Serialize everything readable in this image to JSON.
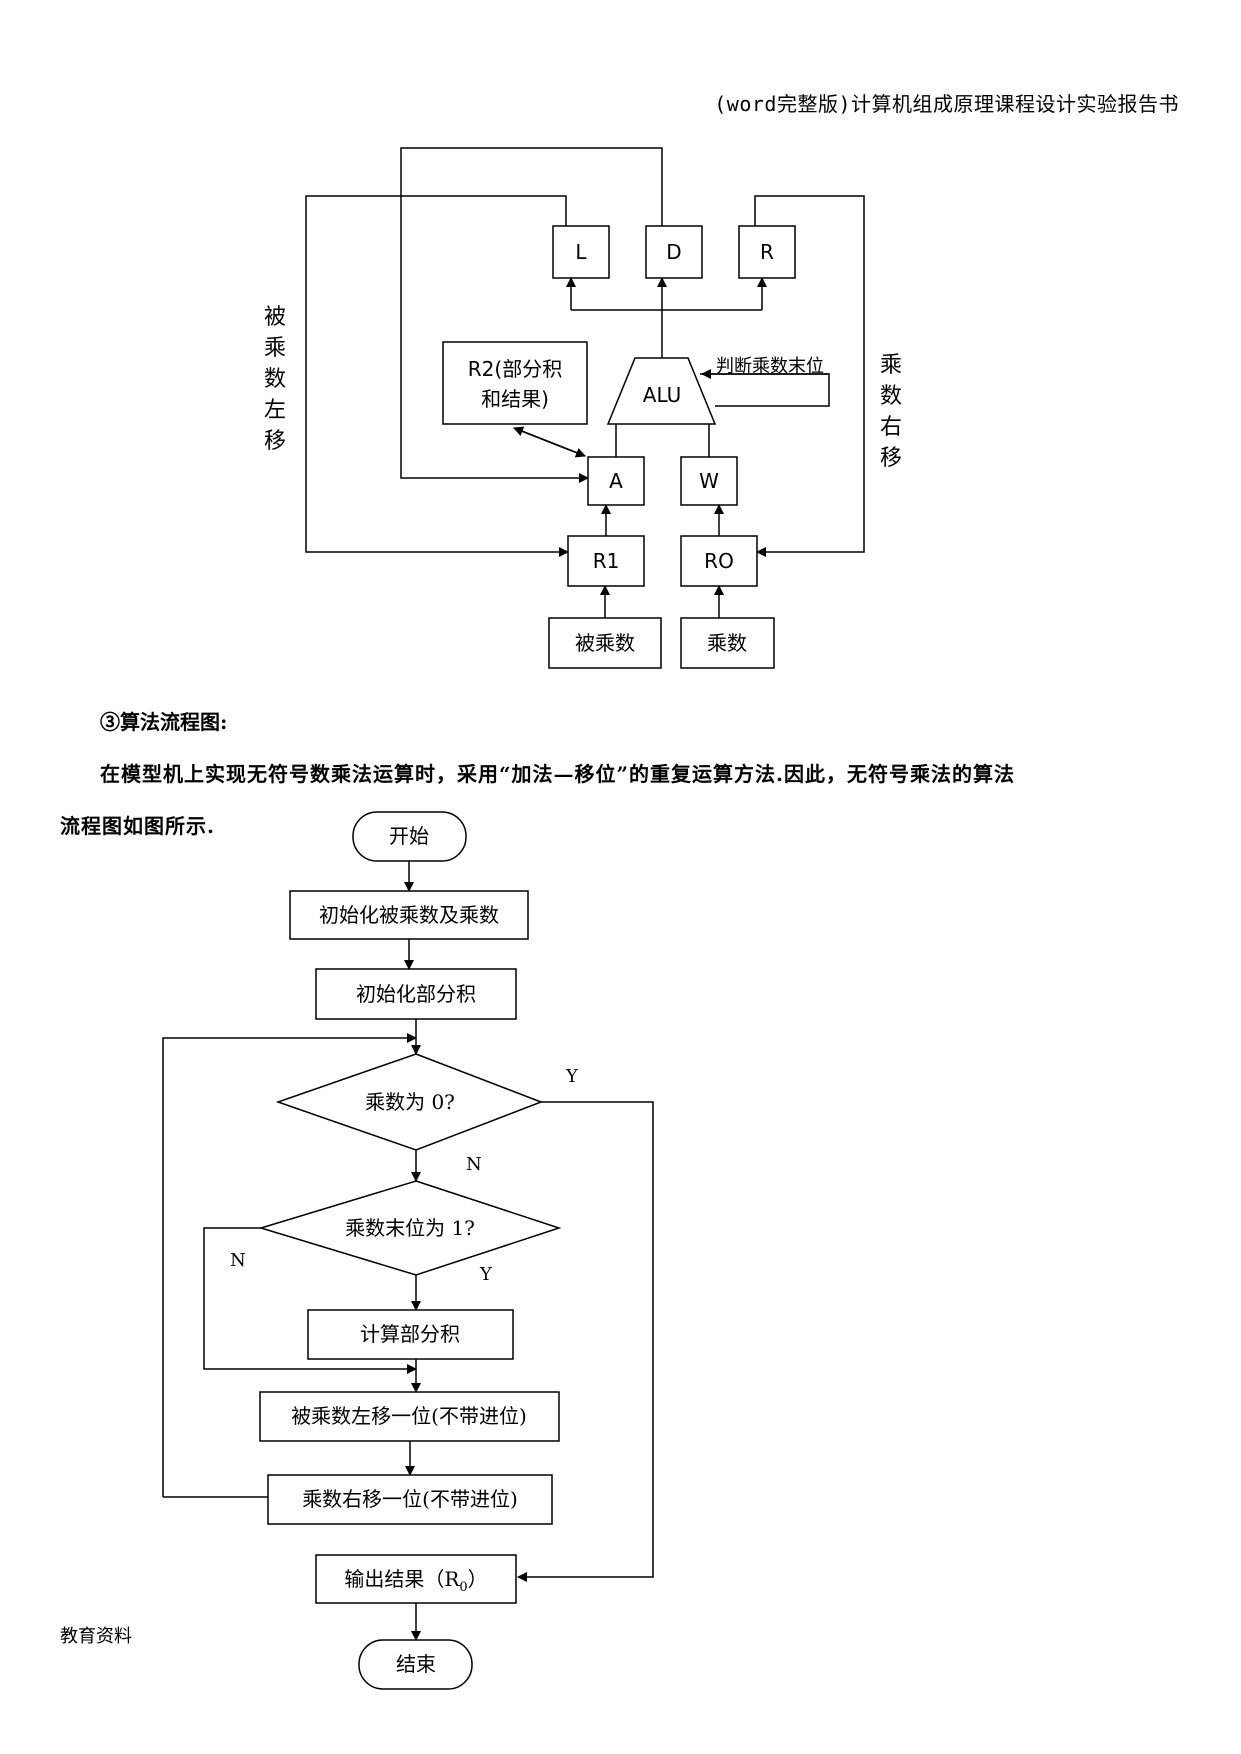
{
  "header": {
    "title": "(word完整版)计算机组成原理课程设计实验报告书"
  },
  "hardware_diagram": {
    "reg_l": "L",
    "reg_d": "D",
    "reg_r": "R",
    "r2_line1": "R2(部分积",
    "r2_line2": "和结果)",
    "alu": "ALU",
    "judge_label": "判断乘数末位",
    "reg_a": "A",
    "reg_w": "W",
    "reg_r1": "R1",
    "reg_r0": "RO",
    "multiplicand": "被乘数",
    "multiplier": "乘数",
    "left_side": [
      "被",
      "乘",
      "数",
      "左",
      "移"
    ],
    "right_side": [
      "乘",
      "数",
      "右",
      "移"
    ]
  },
  "section": {
    "heading": "③算法流程图:",
    "para1": "在模型机上实现无符号数乘法运算时，采用“加法—移位”的重复运算方法.因此，无符号乘法的算法",
    "para2": "流程图如图所示."
  },
  "flowchart": {
    "start": "开始",
    "init_operands": "初始化被乘数及乘数",
    "init_partial": "初始化部分积",
    "decision_zero": "乘数为 0?",
    "decision_lsb": "乘数末位为 1?",
    "compute_partial": "计算部分积",
    "shift_left": "被乘数左移一位(不带进位)",
    "shift_right": "乘数右移一位(不带进位)",
    "output_main": "输出结果（R",
    "output_sub": "0",
    "output_close": "）",
    "end": "结束",
    "y1": "Y",
    "n1": "N",
    "n2": "N",
    "y2": "Y"
  },
  "footer": {
    "text": "教育资料"
  }
}
